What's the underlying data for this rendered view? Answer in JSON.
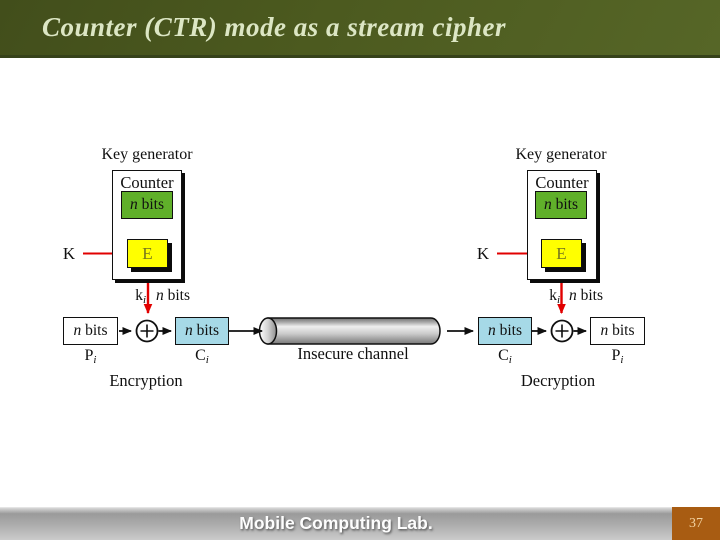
{
  "title_bar": {
    "title": "Counter (CTR) mode as a stream cipher"
  },
  "diagram": {
    "left": {
      "keygen_label": "Key generator",
      "counter_label": "Counter",
      "key_label": "K",
      "cipher_label": "E",
      "section_label": "Encryption"
    },
    "right": {
      "keygen_label": "Key generator",
      "counter_label": "Counter",
      "key_label": "K",
      "cipher_label": "E",
      "section_label": "Decryption"
    },
    "channel_label": "Insecure channel",
    "shared": {
      "n": "n",
      "bits": " bits",
      "k": "k",
      "sub_i": "i",
      "p": "P",
      "c": "C"
    }
  },
  "footer": {
    "lab": "Mobile Computing Lab.",
    "page": "37"
  },
  "colors": {
    "title_bg_top": "#424e1b",
    "title_bg_bottom": "#566627",
    "green_box": "#60b02a",
    "yellow_box": "#ffff00",
    "cyan_box": "#a6d9e7",
    "red_arrow": "#e10000",
    "footer_page_bg": "#a85c12"
  }
}
